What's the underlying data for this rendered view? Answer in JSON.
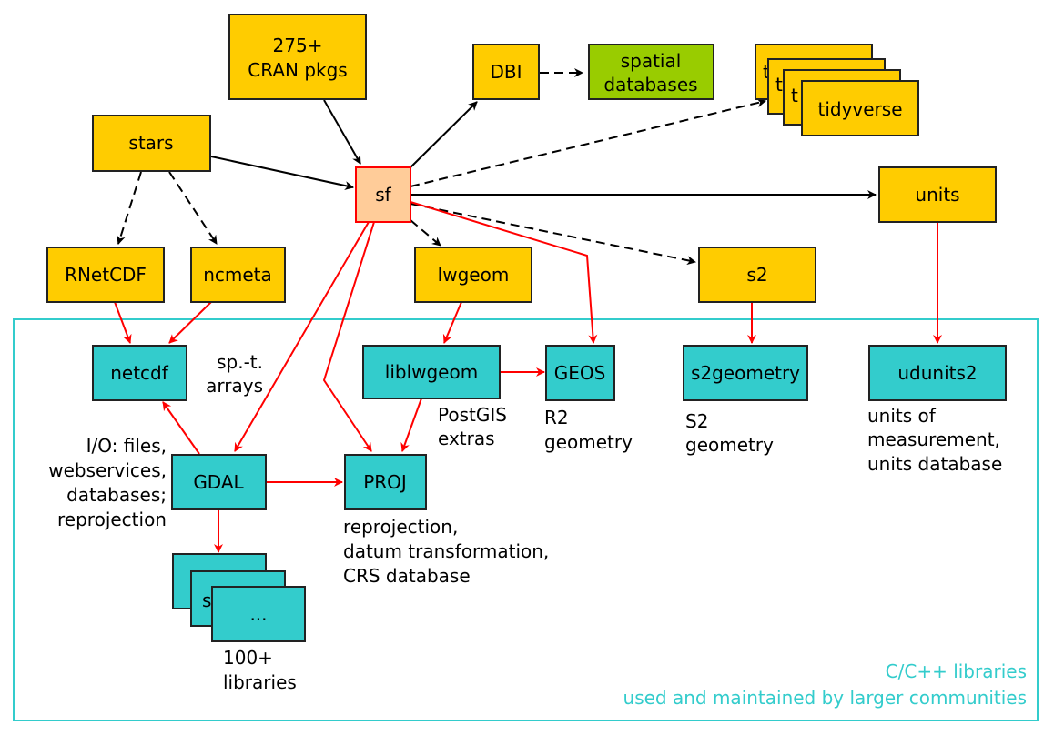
{
  "colors": {
    "r_package": "#ffcc00",
    "c_library": "#33cccc",
    "database": "#99cc00",
    "sf_fill": "#ffcc99",
    "sf_border": "#ff0000",
    "link_r": "#000000",
    "link_c": "#ff0000",
    "group_border": "#33cccc"
  },
  "nodes": {
    "cran": {
      "line1": "275+",
      "line2": "CRAN pkgs"
    },
    "stars": {
      "label": "stars"
    },
    "sf": {
      "label": "sf"
    },
    "dbi": {
      "label": "DBI"
    },
    "spatial_db": {
      "line1": "spatial",
      "line2": "databases"
    },
    "tidyverse": {
      "label": "tidyverse",
      "stack_hint": "t"
    },
    "units": {
      "label": "units"
    },
    "rnetcdf": {
      "label": "RNetCDF"
    },
    "ncmeta": {
      "label": "ncmeta"
    },
    "lwgeom": {
      "label": "lwgeom"
    },
    "s2": {
      "label": "s2"
    },
    "netcdf": {
      "label": "netcdf"
    },
    "liblwgeom": {
      "label": "liblwgeom"
    },
    "geos": {
      "label": "GEOS"
    },
    "s2geometry": {
      "label": "s2geometry"
    },
    "udunits2": {
      "label": "udunits2"
    },
    "gdal": {
      "label": "GDAL"
    },
    "proj": {
      "label": "PROJ"
    },
    "gdal_libs": {
      "label": "...",
      "stack_hint": "s"
    }
  },
  "annotations": {
    "netcdf": [
      "sp.-t.",
      "arrays"
    ],
    "liblwgeom": [
      "PostGIS",
      "extras"
    ],
    "geos": [
      "R2",
      "geometry"
    ],
    "s2geometry": [
      "S2",
      "geometry"
    ],
    "udunits2": [
      "units of",
      "measurement,",
      "units database"
    ],
    "gdal": [
      "I/O: files,",
      "webservices,",
      "databases;",
      "reprojection"
    ],
    "proj": [
      "reprojection,",
      "datum transformation,",
      "CRS database"
    ],
    "gdal_libs": [
      "100+",
      "libraries"
    ]
  },
  "group": {
    "line1": "C/C++ libraries",
    "line2": "used and maintained by larger communities"
  }
}
